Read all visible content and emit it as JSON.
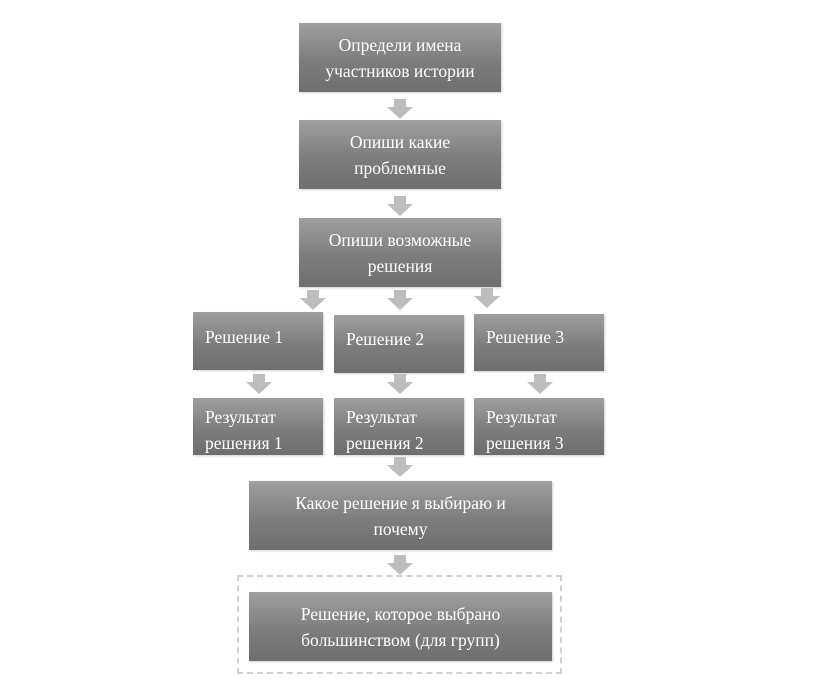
{
  "diagram": {
    "steps": {
      "step1": {
        "line1": "Определи имена",
        "line2": "участников истории"
      },
      "step2": {
        "line1": "Опиши какие",
        "line2": "проблемные"
      },
      "step3": {
        "line1": "Опиши возможные",
        "line2": "решения"
      }
    },
    "solutions": [
      {
        "label": "Решение 1",
        "result_line1": "Результат",
        "result_line2": "решения 1"
      },
      {
        "label": "Решение 2",
        "result_line1": "Результат",
        "result_line2": "решения 2"
      },
      {
        "label": "Решение 3",
        "result_line1": "Результат",
        "result_line2": "решения 3"
      }
    ],
    "choice": {
      "line1": "Какое решение я выбираю и",
      "line2": "почему"
    },
    "majority": {
      "line1": "Решение, которое выбрано",
      "line2": "большинством (для групп)"
    }
  },
  "colors": {
    "box_top": "#9f9f9f",
    "box_bottom": "#6e6e6e",
    "arrow": "#bdbdbd",
    "dashed_border": "#d0d0d0"
  }
}
